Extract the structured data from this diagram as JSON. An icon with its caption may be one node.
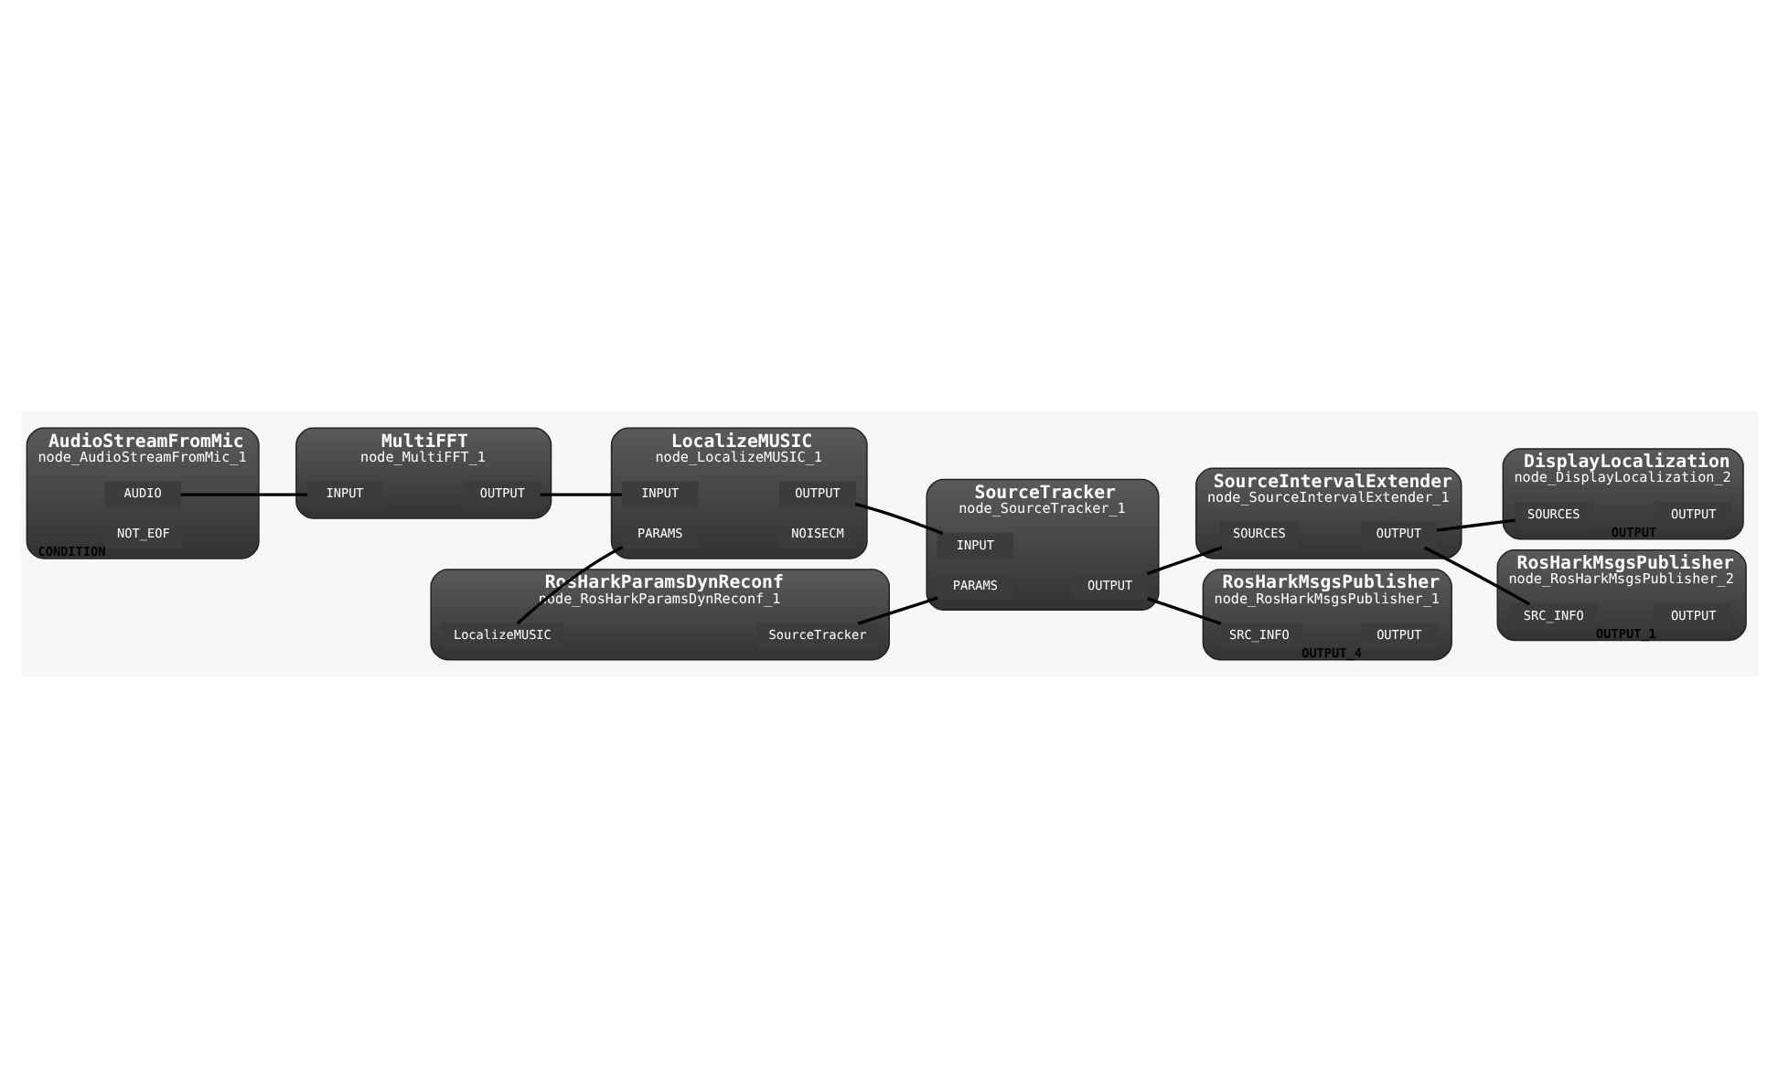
{
  "diagram": {
    "nodes": [
      {
        "text": [
          "AudioStreamFromMic",
          "node_AudioStreamFromMic_1"
        ]
      },
      {
        "text": [
          "AUDIO"
        ],
        "in": 0
      },
      {
        "text": [
          "NOT_EOF"
        ],
        "in": 0,
        "beside": [
          "CONDITION"
        ]
      },
      {
        "text": [
          "MultiFFT",
          "node_MultiFFT_1"
        ]
      },
      {
        "text": [
          "INPUT"
        ],
        "in": 3
      },
      {
        "text": [
          "OUTPUT"
        ],
        "in": 3
      },
      {
        "text": [
          "LocalizeMUSIC",
          "node_LocalizeMUSIC_1"
        ]
      },
      {
        "text": [
          "INPUT"
        ],
        "in": 6
      },
      {
        "text": [
          "NOISECM"
        ],
        "in": 6
      },
      {
        "text": [
          "PARAMS"
        ],
        "in": 6
      },
      {
        "text": [
          "OUTPUT"
        ],
        "in": 6
      },
      {
        "text": [
          "RosHarkParamsDynReconf",
          "node_RosHarkParamsDynReconf_1"
        ]
      },
      {
        "text": [
          "LocalizeMUSIC"
        ],
        "in": 11
      },
      {
        "text": [
          "SourceTracker"
        ],
        "in": 11
      },
      {
        "text": [
          "SourceTracker",
          "node_SourceTracker_1"
        ]
      },
      {
        "text": [
          "INPUT"
        ],
        "in": 14
      },
      {
        "text": [
          "PARAMS"
        ],
        "in": 14
      },
      {
        "text": [
          "OUTPUT"
        ],
        "in": 14
      },
      {
        "text": [
          "SourceIntervalExtender",
          "node_SourceIntervalExtender_1"
        ]
      },
      {
        "text": [
          "SOURCES"
        ],
        "in": 18
      },
      {
        "text": [
          "OUTPUT"
        ],
        "in": 18
      },
      {
        "text": [
          "RosHarkMsgsPublisher",
          "node_RosHarkMsgsPublisher_1"
        ]
      },
      {
        "text": [
          "SRC_INFO"
        ],
        "in": 21
      },
      {
        "text": [
          "OUTPUT"
        ],
        "in": 21,
        "beside": [
          "OUTPUT_4"
        ]
      },
      {
        "text": [
          "DisplayLocalization",
          "node_DisplayLocalization_2"
        ]
      },
      {
        "text": [
          "SOURCES"
        ],
        "in": 24
      },
      {
        "text": [
          "OUTPUT"
        ],
        "in": 24,
        "beside": [
          "OUTPUT"
        ]
      },
      {
        "text": [
          "RosHarkMsgsPublisher",
          "node_RosHarkMsgsPublisher_2"
        ]
      },
      {
        "text": [
          "SRC_INFO"
        ],
        "in": 27
      },
      {
        "text": [
          "OUTPUT"
        ],
        "in": 27,
        "beside": [
          "OUTPUT_1"
        ]
      }
    ],
    "edges": [
      {
        "from": 1,
        "to": 4,
        "arrow": "none"
      },
      {
        "from": 5,
        "to": 7,
        "arrow": "none"
      },
      {
        "from": 12,
        "to": 9,
        "arrow": "none"
      },
      {
        "from": 10,
        "to": 15,
        "arrow": "none"
      },
      {
        "from": 13,
        "to": 16,
        "arrow": "none"
      },
      {
        "from": 17,
        "to": 19,
        "arrow": "none"
      },
      {
        "from": 17,
        "to": 22,
        "arrow": "none"
      },
      {
        "from": 20,
        "to": 25,
        "arrow": "none"
      },
      {
        "from": 20,
        "to": 28,
        "arrow": "none"
      }
    ]
  }
}
